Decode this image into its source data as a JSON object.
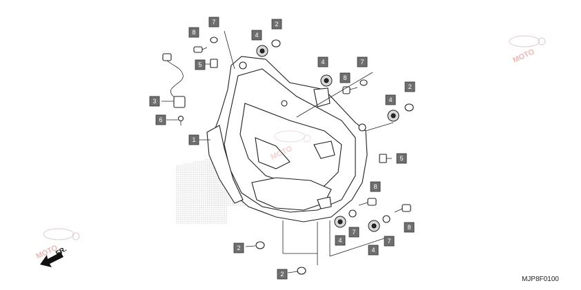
{
  "diagram": {
    "code": "MJP8F0100",
    "front_indicator": "FR.",
    "watermark_text": "MOTO",
    "callouts": [
      {
        "id": "c1",
        "part": "1"
      },
      {
        "id": "c2a",
        "part": "2"
      },
      {
        "id": "c2b",
        "part": "2"
      },
      {
        "id": "c2c",
        "part": "2"
      },
      {
        "id": "c2d",
        "part": "2"
      },
      {
        "id": "c3",
        "part": "3"
      },
      {
        "id": "c4a",
        "part": "4"
      },
      {
        "id": "c4b",
        "part": "4"
      },
      {
        "id": "c4c",
        "part": "4"
      },
      {
        "id": "c4d",
        "part": "4"
      },
      {
        "id": "c4e",
        "part": "4"
      },
      {
        "id": "c5a",
        "part": "5"
      },
      {
        "id": "c5b",
        "part": "5"
      },
      {
        "id": "c6",
        "part": "6"
      },
      {
        "id": "c7a",
        "part": "7"
      },
      {
        "id": "c7b",
        "part": "7"
      },
      {
        "id": "c7c",
        "part": "7"
      },
      {
        "id": "c7d",
        "part": "7"
      },
      {
        "id": "c8a",
        "part": "8"
      },
      {
        "id": "c8b",
        "part": "8"
      },
      {
        "id": "c8c",
        "part": "8"
      },
      {
        "id": "c8d",
        "part": "8"
      }
    ]
  }
}
